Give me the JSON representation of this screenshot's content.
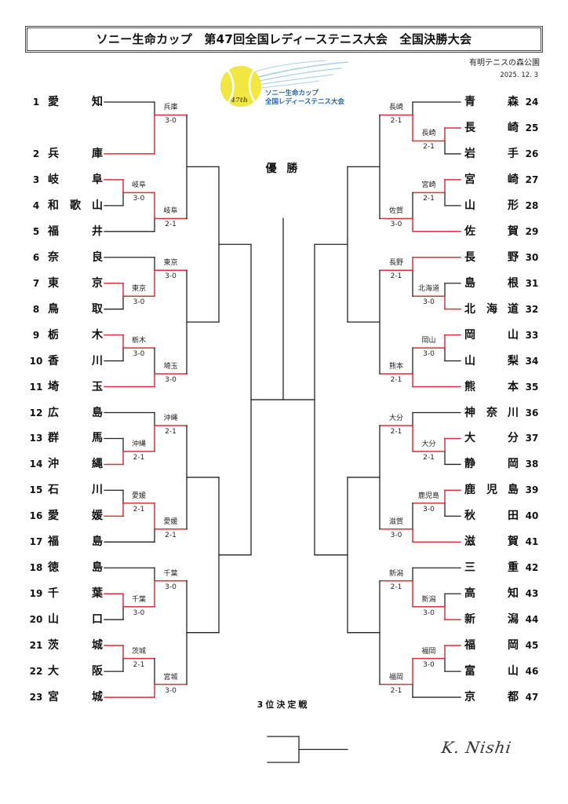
{
  "header": {
    "title": "ソニー生命カップ　第47回全国レディーステニス大会　全国決勝大会",
    "venue": "有明テニスの森公園",
    "date": "2025. 12. 3"
  },
  "logo": {
    "edition": "47th",
    "line1": "ソニー生命カップ",
    "line2": "全国レディーステニス大会",
    "ball_color": "#f2e641",
    "text_color": "#1f63b5"
  },
  "labels": {
    "champion": "優 勝",
    "third_place": "3位決定戦"
  },
  "signature": "K. Nishi",
  "colors": {
    "win_line": "#d9303a",
    "line": "#222222"
  },
  "bracket": {
    "left": {
      "teams": [
        {
          "seed": 1,
          "chars": [
            "愛",
            "",
            "知"
          ]
        },
        {
          "seed": 2,
          "chars": [
            "兵",
            "",
            "庫"
          ]
        },
        {
          "seed": 3,
          "chars": [
            "岐",
            "",
            "阜"
          ]
        },
        {
          "seed": 4,
          "chars": [
            "和",
            "歌",
            "山"
          ]
        },
        {
          "seed": 5,
          "chars": [
            "福",
            "",
            "井"
          ]
        },
        {
          "seed": 6,
          "chars": [
            "奈",
            "",
            "良"
          ]
        },
        {
          "seed": 7,
          "chars": [
            "東",
            "",
            "京"
          ]
        },
        {
          "seed": 8,
          "chars": [
            "鳥",
            "",
            "取"
          ]
        },
        {
          "seed": 9,
          "chars": [
            "栃",
            "",
            "木"
          ]
        },
        {
          "seed": 10,
          "chars": [
            "香",
            "",
            "川"
          ]
        },
        {
          "seed": 11,
          "chars": [
            "埼",
            "",
            "玉"
          ]
        },
        {
          "seed": 12,
          "chars": [
            "広",
            "",
            "島"
          ]
        },
        {
          "seed": 13,
          "chars": [
            "群",
            "",
            "馬"
          ]
        },
        {
          "seed": 14,
          "chars": [
            "沖",
            "",
            "縄"
          ]
        },
        {
          "seed": 15,
          "chars": [
            "石",
            "",
            "川"
          ]
        },
        {
          "seed": 16,
          "chars": [
            "愛",
            "",
            "媛"
          ]
        },
        {
          "seed": 17,
          "chars": [
            "福",
            "",
            "島"
          ]
        },
        {
          "seed": 18,
          "chars": [
            "徳",
            "",
            "島"
          ]
        },
        {
          "seed": 19,
          "chars": [
            "千",
            "",
            "葉"
          ]
        },
        {
          "seed": 20,
          "chars": [
            "山",
            "",
            "口"
          ]
        },
        {
          "seed": 21,
          "chars": [
            "茨",
            "",
            "城"
          ]
        },
        {
          "seed": 22,
          "chars": [
            "大",
            "",
            "阪"
          ]
        },
        {
          "seed": 23,
          "chars": [
            "宮",
            "",
            "城"
          ]
        }
      ],
      "groups": [
        {
          "seeds": [
            1,
            null,
            2
          ],
          "r1": null,
          "r2": {
            "winner_seed": 2,
            "label": "兵庫",
            "score": "3-0"
          }
        },
        {
          "seeds": [
            3,
            4,
            5
          ],
          "r1": {
            "pair": [
              3,
              4
            ],
            "winner_seed": 3,
            "label": "岐阜",
            "score": "3-0"
          },
          "r2": {
            "winner_seed": 3,
            "label": "岐阜",
            "score": "2-1"
          }
        },
        {
          "seeds": [
            6,
            7,
            8
          ],
          "r1": {
            "pair": [
              7,
              8
            ],
            "winner_seed": 7,
            "label": "東京",
            "score": "3-0"
          },
          "r2": {
            "winner_seed": 7,
            "label": "東京",
            "score": "3-0"
          }
        },
        {
          "seeds": [
            9,
            10,
            11
          ],
          "r1": {
            "pair": [
              9,
              10
            ],
            "winner_seed": 9,
            "label": "栃木",
            "score": "3-0"
          },
          "r2": {
            "winner_seed": 11,
            "label": "埼玉",
            "score": "3-0"
          }
        },
        {
          "seeds": [
            12,
            13,
            14
          ],
          "r1": {
            "pair": [
              13,
              14
            ],
            "winner_seed": 14,
            "label": "沖縄",
            "score": "2-1"
          },
          "r2": {
            "winner_seed": 14,
            "label": "沖縄",
            "score": "2-1"
          }
        },
        {
          "seeds": [
            15,
            16,
            17
          ],
          "r1": {
            "pair": [
              15,
              16
            ],
            "winner_seed": 16,
            "label": "愛媛",
            "score": "2-1"
          },
          "r2": {
            "winner_seed": 16,
            "label": "愛媛",
            "score": "2-1"
          }
        },
        {
          "seeds": [
            18,
            19,
            20
          ],
          "r1": {
            "pair": [
              19,
              20
            ],
            "winner_seed": 19,
            "label": "千葉",
            "score": "3-0"
          },
          "r2": {
            "winner_seed": 19,
            "label": "千葉",
            "score": "3-0"
          }
        },
        {
          "seeds": [
            21,
            22,
            23
          ],
          "r1": {
            "pair": [
              21,
              22
            ],
            "winner_seed": 21,
            "label": "茨城",
            "score": "2-1"
          },
          "r2": {
            "winner_seed": 23,
            "label": "宮城",
            "score": "3-0"
          }
        }
      ]
    },
    "right": {
      "teams": [
        {
          "seed": 24,
          "chars": [
            "青",
            "",
            "森"
          ]
        },
        {
          "seed": 25,
          "chars": [
            "長",
            "",
            "崎"
          ]
        },
        {
          "seed": 26,
          "chars": [
            "岩",
            "",
            "手"
          ]
        },
        {
          "seed": 27,
          "chars": [
            "宮",
            "",
            "崎"
          ]
        },
        {
          "seed": 28,
          "chars": [
            "山",
            "",
            "形"
          ]
        },
        {
          "seed": 29,
          "chars": [
            "佐",
            "",
            "賀"
          ]
        },
        {
          "seed": 30,
          "chars": [
            "長",
            "",
            "野"
          ]
        },
        {
          "seed": 31,
          "chars": [
            "島",
            "",
            "根"
          ]
        },
        {
          "seed": 32,
          "chars": [
            "北",
            "海",
            "道"
          ]
        },
        {
          "seed": 33,
          "chars": [
            "岡",
            "",
            "山"
          ]
        },
        {
          "seed": 34,
          "chars": [
            "山",
            "",
            "梨"
          ]
        },
        {
          "seed": 35,
          "chars": [
            "熊",
            "",
            "本"
          ]
        },
        {
          "seed": 36,
          "chars": [
            "神",
            "奈",
            "川"
          ]
        },
        {
          "seed": 37,
          "chars": [
            "大",
            "",
            "分"
          ]
        },
        {
          "seed": 38,
          "chars": [
            "静",
            "",
            "岡"
          ]
        },
        {
          "seed": 39,
          "chars": [
            "鹿",
            "児",
            "島"
          ]
        },
        {
          "seed": 40,
          "chars": [
            "秋",
            "",
            "田"
          ]
        },
        {
          "seed": 41,
          "chars": [
            "滋",
            "",
            "賀"
          ]
        },
        {
          "seed": 42,
          "chars": [
            "三",
            "",
            "重"
          ]
        },
        {
          "seed": 43,
          "chars": [
            "高",
            "",
            "知"
          ]
        },
        {
          "seed": 44,
          "chars": [
            "新",
            "",
            "潟"
          ]
        },
        {
          "seed": 45,
          "chars": [
            "福",
            "",
            "岡"
          ]
        },
        {
          "seed": 46,
          "chars": [
            "富",
            "",
            "山"
          ]
        },
        {
          "seed": 47,
          "chars": [
            "京",
            "",
            "都"
          ]
        }
      ],
      "groups": [
        {
          "seeds": [
            24,
            25,
            26
          ],
          "r1": {
            "pair": [
              25,
              26
            ],
            "winner_seed": 25,
            "label": "長崎",
            "score": "2-1"
          },
          "r2": {
            "winner_seed": 25,
            "label": "長崎",
            "score": "2-1"
          }
        },
        {
          "seeds": [
            27,
            28,
            29
          ],
          "r1": {
            "pair": [
              27,
              28
            ],
            "winner_seed": 27,
            "label": "宮崎",
            "score": "2-1"
          },
          "r2": {
            "winner_seed": 29,
            "label": "佐賀",
            "score": "3-0"
          }
        },
        {
          "seeds": [
            30,
            31,
            32
          ],
          "r1": {
            "pair": [
              31,
              32
            ],
            "winner_seed": 32,
            "label": "北海道",
            "score": "3-0"
          },
          "r2": {
            "winner_seed": 30,
            "label": "長野",
            "score": "2-1"
          }
        },
        {
          "seeds": [
            33,
            34,
            35
          ],
          "r1": {
            "pair": [
              33,
              34
            ],
            "winner_seed": 33,
            "label": "岡山",
            "score": "3-0"
          },
          "r2": {
            "winner_seed": 35,
            "label": "熊本",
            "score": "2-1"
          }
        },
        {
          "seeds": [
            36,
            37,
            38
          ],
          "r1": {
            "pair": [
              37,
              38
            ],
            "winner_seed": 37,
            "label": "大分",
            "score": "2-1"
          },
          "r2": {
            "winner_seed": 37,
            "label": "大分",
            "score": "2-1"
          }
        },
        {
          "seeds": [
            39,
            40,
            41
          ],
          "r1": {
            "pair": [
              39,
              40
            ],
            "winner_seed": 39,
            "label": "鹿児島",
            "score": "3-0"
          },
          "r2": {
            "winner_seed": 41,
            "label": "滋賀",
            "score": "3-0"
          }
        },
        {
          "seeds": [
            42,
            43,
            44
          ],
          "r1": {
            "pair": [
              43,
              44
            ],
            "winner_seed": 44,
            "label": "新潟",
            "score": "3-0"
          },
          "r2": {
            "winner_seed": 44,
            "label": "新潟",
            "score": "2-1"
          }
        },
        {
          "seeds": [
            45,
            46,
            47
          ],
          "r1": {
            "pair": [
              45,
              46
            ],
            "winner_seed": 45,
            "label": "福岡",
            "score": "3-0"
          },
          "r2": {
            "winner_seed": 45,
            "label": "福岡",
            "score": "2-1"
          }
        }
      ]
    }
  }
}
